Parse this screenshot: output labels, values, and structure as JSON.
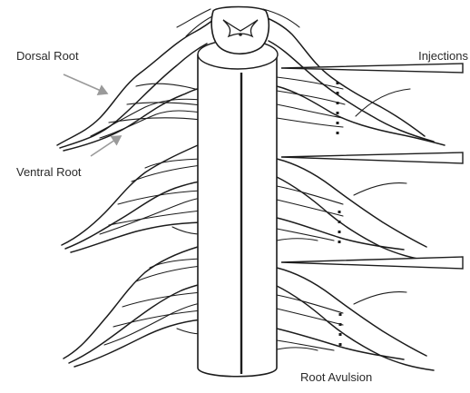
{
  "labels": {
    "dorsal_root": "Dorsal Root",
    "ventral_root": "Ventral Root",
    "injections": "Injections",
    "root_avulsion": "Root Avulsion"
  },
  "colors": {
    "ink": "#1c1c1c",
    "arrow": "#9a9a9a",
    "background": "#ffffff"
  }
}
